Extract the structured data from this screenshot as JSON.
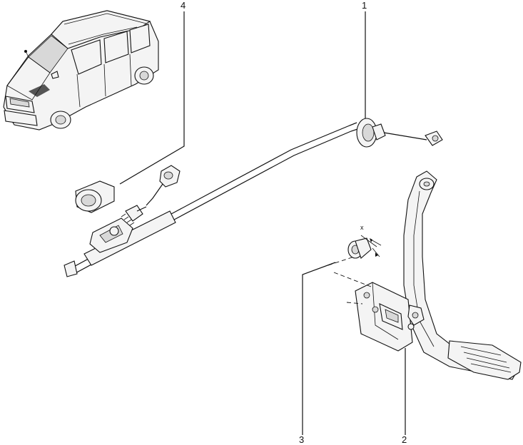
{
  "callouts": {
    "c1": "1",
    "c2": "2",
    "c3": "3",
    "c4": "4"
  },
  "dimension_label": "x",
  "colors": {
    "line": "#111111",
    "background": "#ffffff",
    "fill": "#f4f4f4",
    "shade": "#d8d8d8"
  }
}
